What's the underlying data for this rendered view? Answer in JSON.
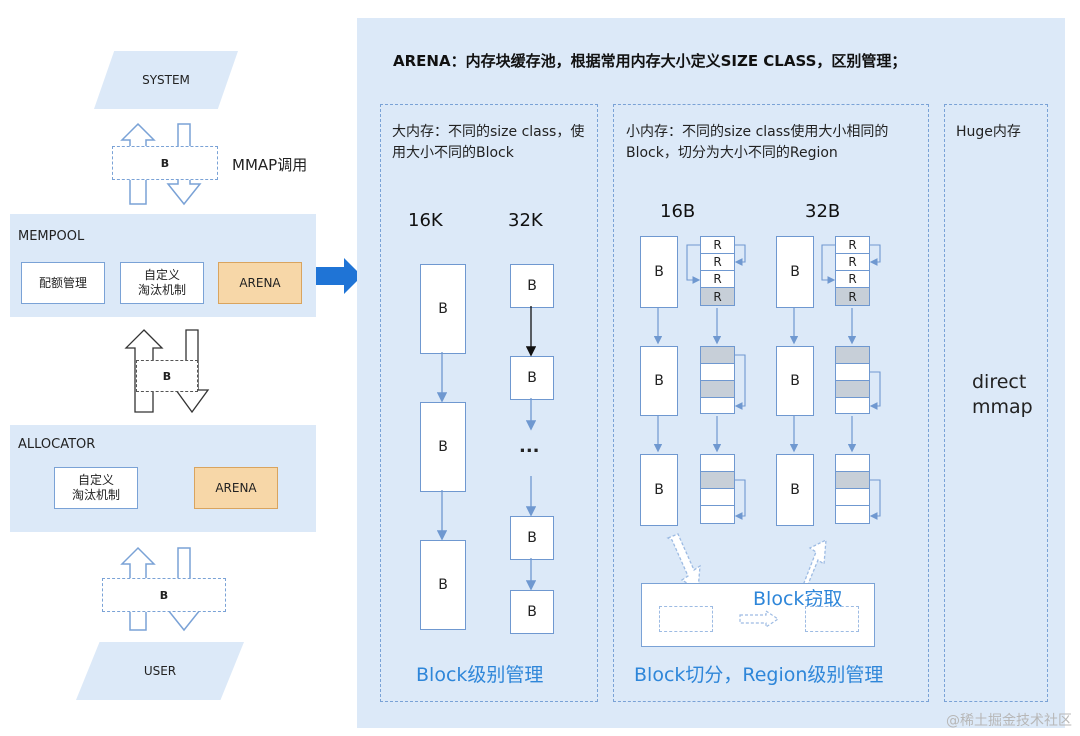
{
  "left": {
    "system": "SYSTEM",
    "user": "USER",
    "b": "B",
    "mmap_call": "MMAP调用",
    "mempool": {
      "title": "MEMPOOL",
      "quota": "配额管理",
      "custom_evict": "自定义\n淘汰机制",
      "arena": "ARENA"
    },
    "allocator": {
      "title": "ALLOCATOR",
      "custom_evict": "自定义\n淘汰机制",
      "arena": "ARENA"
    }
  },
  "arena": {
    "title": "ARENA：内存块缓存池，根据常用内存大小定义SIZE CLASS，区别管理；",
    "large": {
      "desc": "大内存：不同的size class，使用大小不同的Block",
      "size16": "16K",
      "size32": "32K",
      "b": "B",
      "ellipsis": "...",
      "footer": "Block级别管理"
    },
    "small": {
      "desc": "小内存：不同的size class使用大小相同的Block，切分为大小不同的Region",
      "size16": "16B",
      "size32": "32B",
      "b": "B",
      "r": "R",
      "steal": "Block窃取",
      "footer": "Block切分，Region级别管理"
    },
    "huge": {
      "title": "Huge内存",
      "body": "direct\nmmap"
    }
  },
  "watermark": "@稀土掘金技术社区",
  "colors": {
    "panel": "#dce9f8",
    "accent_blue": "#2e86d9",
    "arena_orange": "#f7d7a8",
    "region_gray": "#c7cfd8"
  }
}
